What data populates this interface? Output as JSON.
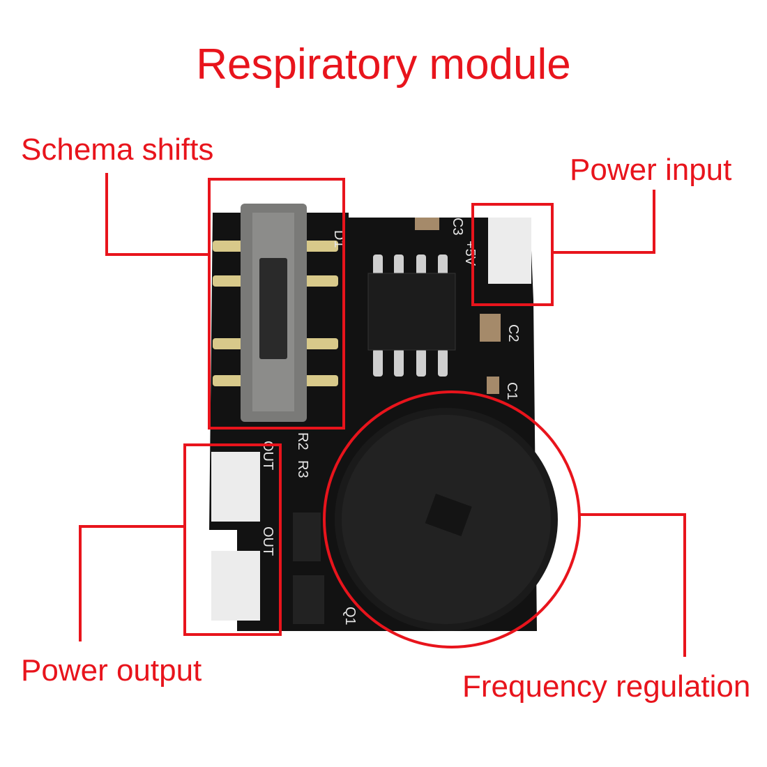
{
  "title": "Respiratory module",
  "annotations": {
    "schema_shifts": "Schema shifts",
    "power_input": "Power input",
    "power_output": "Power output",
    "frequency_regulation": "Frequency regulation"
  },
  "silkscreen": {
    "d1": "D1",
    "c3": "C3",
    "plus5v": "+5V",
    "c2": "C2",
    "c1": "C1",
    "r2": "R2",
    "r3": "R3",
    "out1": "OUT",
    "out2": "OUT",
    "q1": "Q1"
  },
  "colors": {
    "annotation": "#e8141c",
    "board": "#111111"
  }
}
